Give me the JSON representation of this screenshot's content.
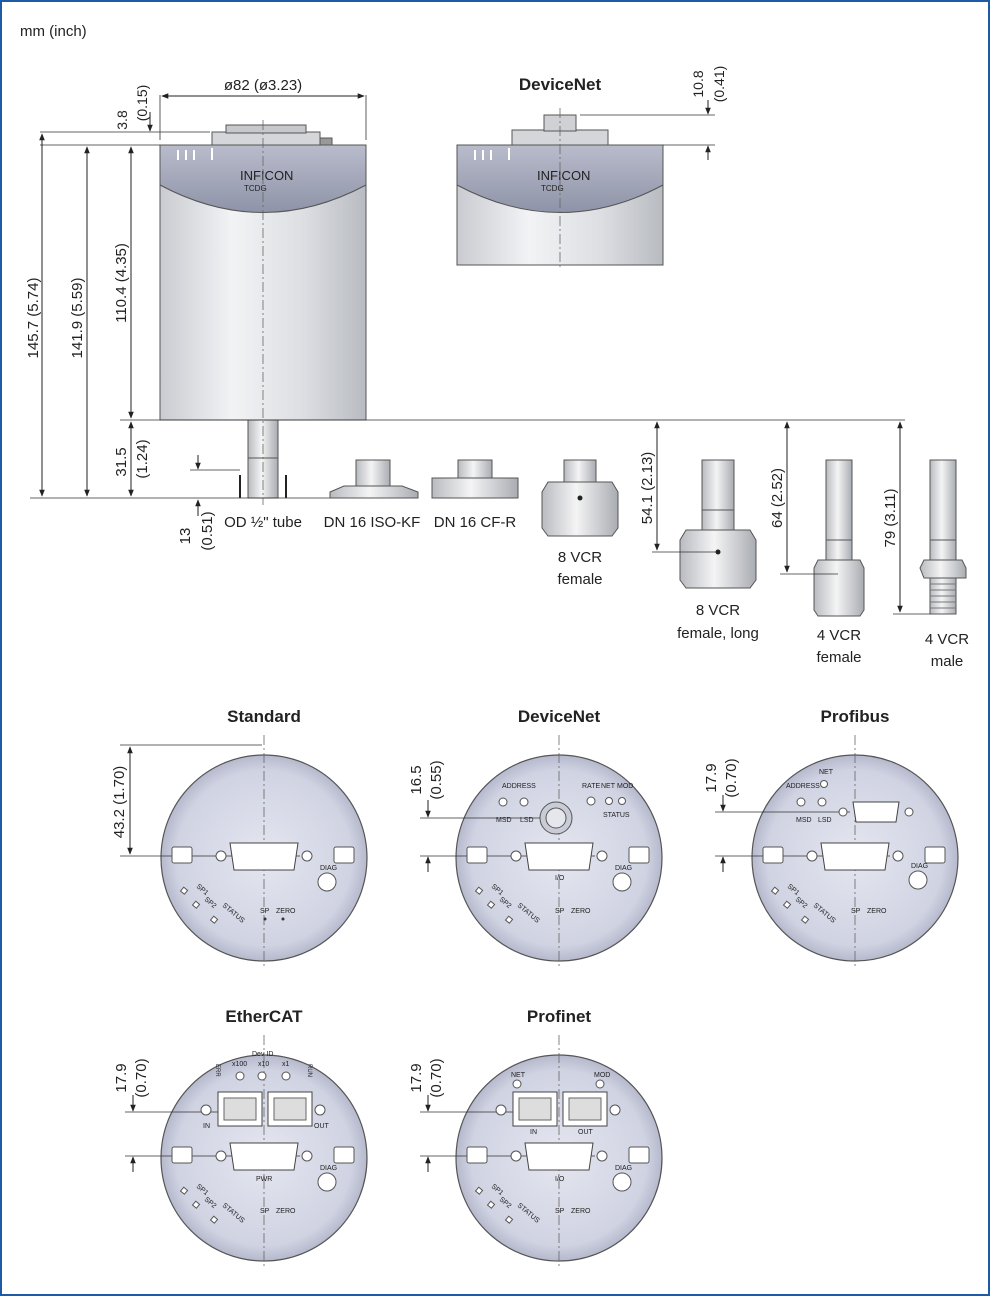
{
  "units_label": "mm (inch)",
  "side_view": {
    "width_dim": "ø82 (ø3.23)",
    "top_dim": [
      "3.8",
      "(0.15)"
    ],
    "dims_left": [
      "145.7 (5.74)",
      "141.9 (5.59)",
      "110.4 (4.35)"
    ],
    "dim_31": [
      "31.5",
      "(1.24)"
    ],
    "dim_13": [
      "13",
      "(0.51)"
    ],
    "brand": "INFICON",
    "model": "TCDG",
    "devicenet_title": "DeviceNet",
    "devicenet_dim": [
      "10.8",
      "(0.41)"
    ]
  },
  "fittings": {
    "tube": "OD ½\" tube",
    "isokf": "DN 16 ISO-KF",
    "cfr": "DN 16 CF-R",
    "vcr8f": [
      "8 VCR",
      "female"
    ],
    "vcr8fl": [
      "8 VCR",
      "female, long"
    ],
    "vcr4f": [
      "4 VCR",
      "female"
    ],
    "vcr4m": [
      "4 VCR",
      "male"
    ],
    "dim_54": "54.1 (2.13)",
    "dim_64": "64 (2.52)",
    "dim_79": "79 (3.11)"
  },
  "views": {
    "standard": {
      "title": "Standard",
      "dim": "43.2 (1.70)"
    },
    "devicenet": {
      "title": "DeviceNet",
      "dim": [
        "16.5",
        "(0.55)"
      ]
    },
    "profibus": {
      "title": "Profibus",
      "dim": [
        "17.9",
        "(0.70)"
      ]
    },
    "ethercat": {
      "title": "EtherCAT",
      "dim": [
        "17.9",
        "(0.70)"
      ]
    },
    "profinet": {
      "title": "Profinet",
      "dim": [
        "17.9",
        "(0.70)"
      ]
    }
  },
  "panel_labels": {
    "sp1": "SP1",
    "sp2": "SP2",
    "status": "STATUS",
    "sp": "SP",
    "zero": "ZERO",
    "diag": "DIAG",
    "io": "I/O",
    "pwr": "PWR",
    "in": "IN",
    "out": "OUT",
    "address": "ADDRESS",
    "msd": "MSD",
    "lsd": "LSD",
    "rate": "RATE",
    "net": "NET",
    "mod": "MOD",
    "err": "ERR",
    "run": "RUN",
    "devid": "Dev ID",
    "x100": "x100",
    "x10": "x10",
    "x1": "x1"
  }
}
